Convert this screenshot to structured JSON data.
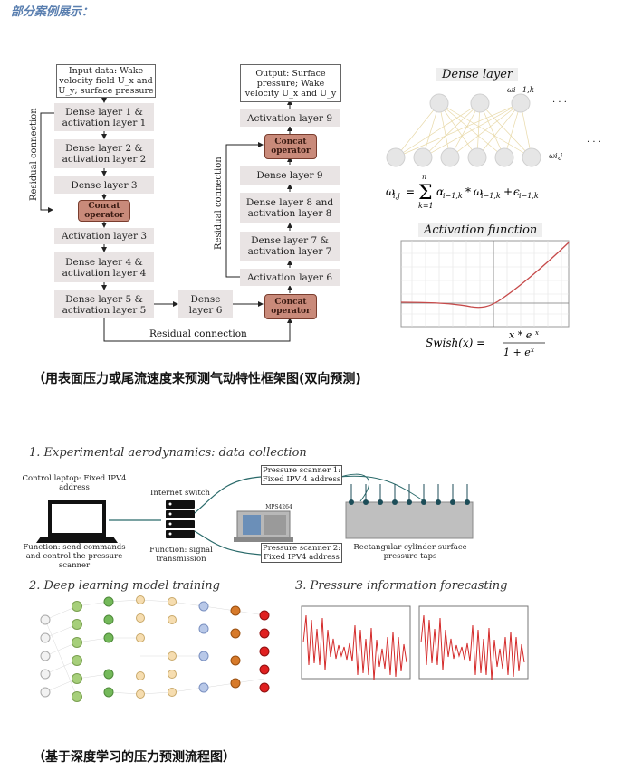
{
  "header": "部分案例展示：",
  "framework": {
    "left_column": {
      "input": "Input data: Wake velocity field U_x and U_y; surface pressure",
      "dense1": "Dense layer 1 & activation layer 1",
      "dense2": "Dense layer 2 & activation layer 2",
      "dense3": "Dense layer 3",
      "concat": "Concat operator",
      "act3": "Activation layer 3",
      "dense4": "Dense layer 4 & activation layer 4",
      "dense5": "Dense layer 5 & activation layer 5"
    },
    "dense6_box": "Dense layer 6",
    "right_column": {
      "output": "Output: Surface pressure; Wake velocity U_x and U_y",
      "act9": "Activation layer 9",
      "concat": "Concat operator",
      "dense9": "Dense layer 9",
      "dense8": "Dense layer 8 and activation layer 8",
      "dense7": "Dense layer 7 & activation layer 7",
      "act6": "Activation layer 6",
      "concat_bottom": "Concat operator"
    },
    "residual_left": "Residual connection",
    "residual_mid": "Residual connection",
    "residual_bottom": "Residual connection",
    "dense_layer_title": "Dense layer",
    "omega_top": "ωi−1,k",
    "omega_bottom": "ωi,j",
    "dots": "· · ·",
    "activation_title": "Activation function",
    "swish_formula": "Swish(x) = x * e^x / (1 + e^x)"
  },
  "caption1": "（用表面压力或尾流速度来预测气动特性框架图(双向预测)",
  "pipeline": {
    "section1": "1. Experimental aerodynamics: data collection",
    "laptop_title": "Control laptop: Fixed IPV4 address",
    "laptop_function": "Function: send commands and control the pressure scanner",
    "switch_title": "Internet switch",
    "switch_function": "Function: signal transmission",
    "scanner1": "Pressure scanner 1: Fixed IPV 4 address",
    "scanner2": "Pressure scanner 2: Fixed IPV4 address",
    "scanner_model": "MPS4264",
    "cylinder_label": "Rectangular cylinder surface pressure taps",
    "section2": "2. Deep learning model training",
    "section3": "3. Pressure information forecasting"
  },
  "caption2": "（基于深度学习的压力预测流程图）",
  "colors": {
    "concat": "#c98a7a",
    "box": "#e9e4e4",
    "header": "#5a7fb0",
    "signal": "#d42a2a"
  }
}
